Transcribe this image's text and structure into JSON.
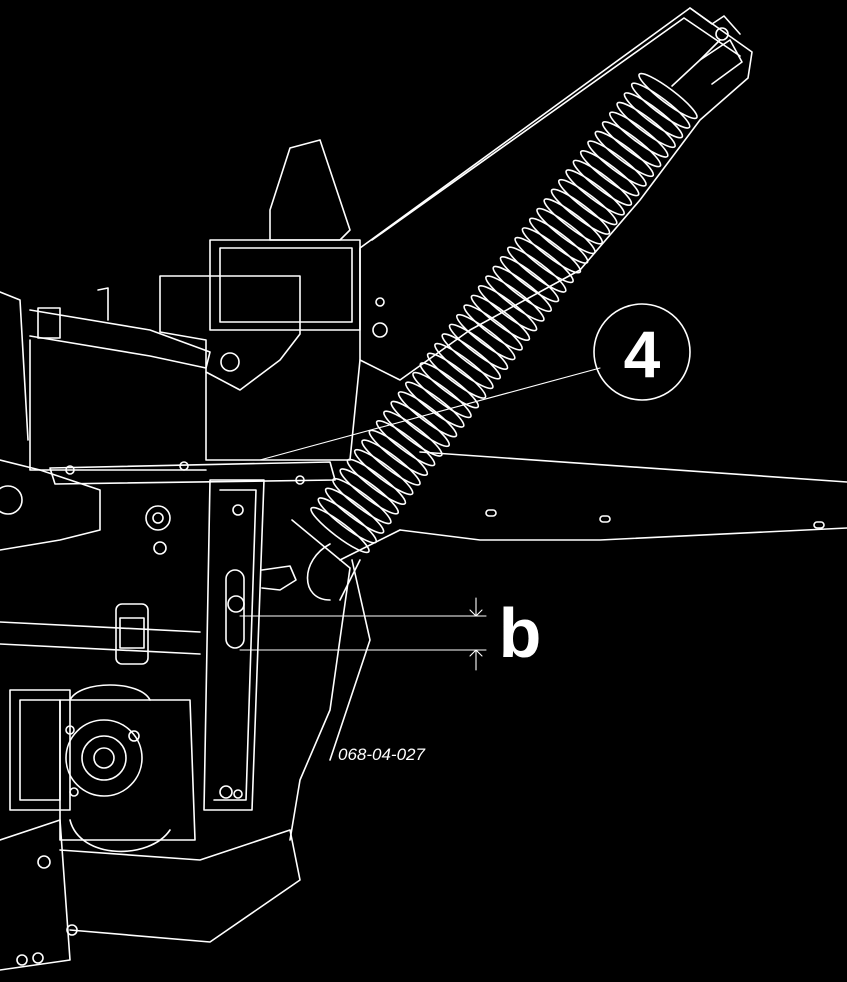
{
  "callout": {
    "label": "4"
  },
  "dimension": {
    "label": "b"
  },
  "figure_ref": "068-04-027",
  "colors": {
    "background": "#000000",
    "line": "#ffffff"
  }
}
